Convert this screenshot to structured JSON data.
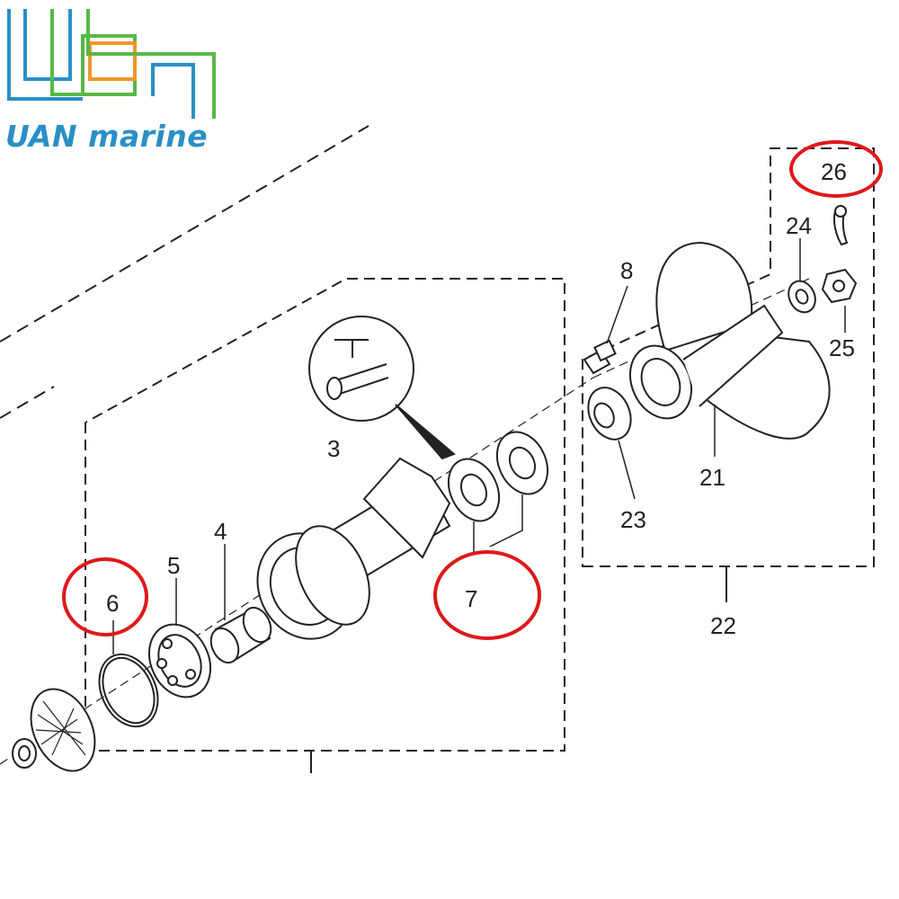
{
  "brand": {
    "name_part1": "UAN",
    "name_part2": "marine",
    "colors": {
      "blue": "#2a8fc6",
      "orange": "#f0962a",
      "green": "#57b947"
    }
  },
  "highlight_color": "#e0181b",
  "callouts": [
    "3",
    "4",
    "5",
    "6",
    "7",
    "8",
    "21",
    "22",
    "23",
    "24",
    "25",
    "26"
  ],
  "highlighted_callouts": [
    "6",
    "7",
    "26"
  ]
}
